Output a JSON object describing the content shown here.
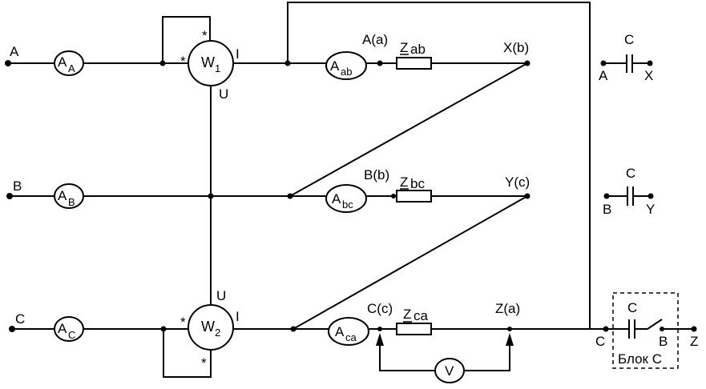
{
  "terminals": {
    "a": "A",
    "b": "B",
    "c": "C"
  },
  "ammeters": {
    "aa": {
      "main": "A",
      "sub": "A"
    },
    "ab_line": {
      "main": "A",
      "sub": "B"
    },
    "ac_line": {
      "main": "A",
      "sub": "C"
    },
    "aab": {
      "main": "A",
      "sub": "ab"
    },
    "abc": {
      "main": "A",
      "sub": "bc"
    },
    "aca": {
      "main": "A",
      "sub": "ca"
    }
  },
  "wattmeters": {
    "w1": {
      "main": "W",
      "sub": "1",
      "current": "I",
      "voltage": "U"
    },
    "w2": {
      "main": "W",
      "sub": "2",
      "current": "I",
      "voltage": "U"
    }
  },
  "star": "*",
  "nodes": {
    "a_a": "A(a)",
    "x_b": "X(b)",
    "b_b": "B(b)",
    "y_c": "Y(c)",
    "c_c": "C(c)",
    "z_a": "Z(a)"
  },
  "impedances": {
    "zab": {
      "main": "Z",
      "sub": "ab"
    },
    "zbc": {
      "main": "Z",
      "sub": "bc"
    },
    "zca": {
      "main": "Z",
      "sub": "ca"
    }
  },
  "voltmeter": "V",
  "capacitors": {
    "c1": {
      "name": "C",
      "left": "A",
      "right": "X"
    },
    "c2": {
      "name": "C",
      "left": "B",
      "right": "Y"
    },
    "c3": {
      "name": "C",
      "left": "C",
      "switch": "B",
      "right": "Z",
      "block": "Блок C"
    }
  }
}
